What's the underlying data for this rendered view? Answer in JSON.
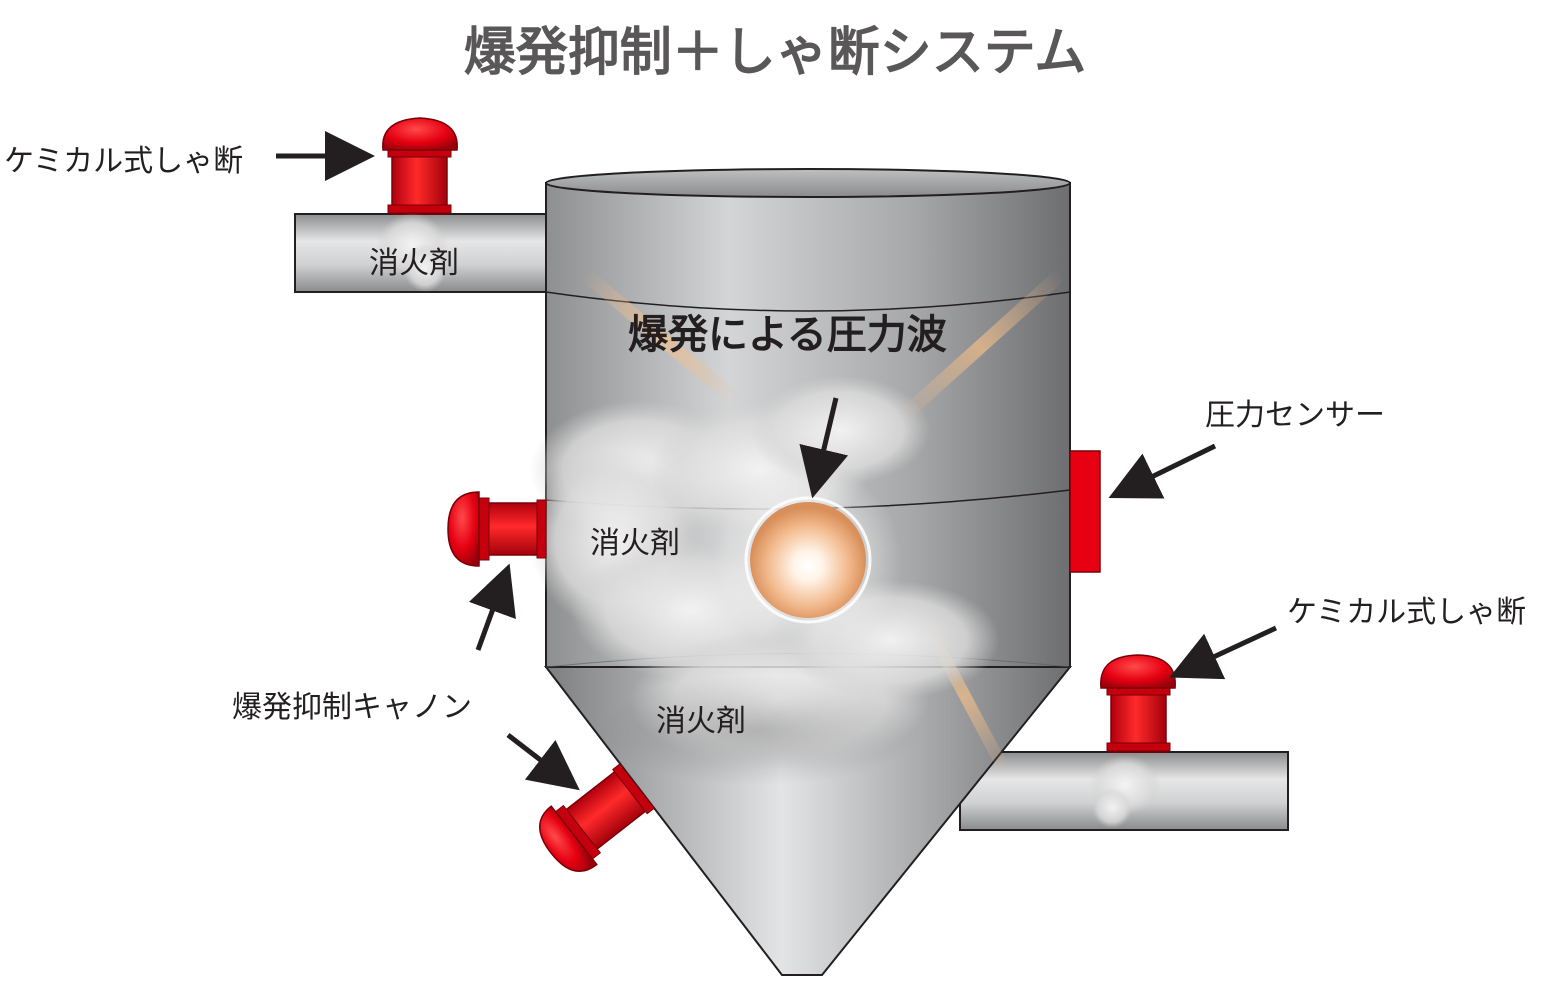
{
  "title": "爆発抑制＋しゃ断システム",
  "labels": {
    "chemical_isolation_top": "ケミカル式しゃ断",
    "chemical_isolation_bottom": "ケミカル式しゃ断",
    "pressure_sensor": "圧力センサー",
    "suppression_cannon": "爆発抑制キャノン",
    "pressure_wave": "爆発による圧力波",
    "agent_top_pipe": "消火剤",
    "agent_vessel": "消火剤",
    "agent_cone": "消火剤"
  },
  "colors": {
    "device_red": "#e60012",
    "title_gray": "#595757",
    "text": "#231f20",
    "steel": "#9d9e9f",
    "fireball": "#f2b98c"
  },
  "icons": {
    "arrow": "arrow-icon",
    "valve": "valve-icon",
    "cannon": "cannon-icon",
    "sensor": "sensor-icon"
  }
}
